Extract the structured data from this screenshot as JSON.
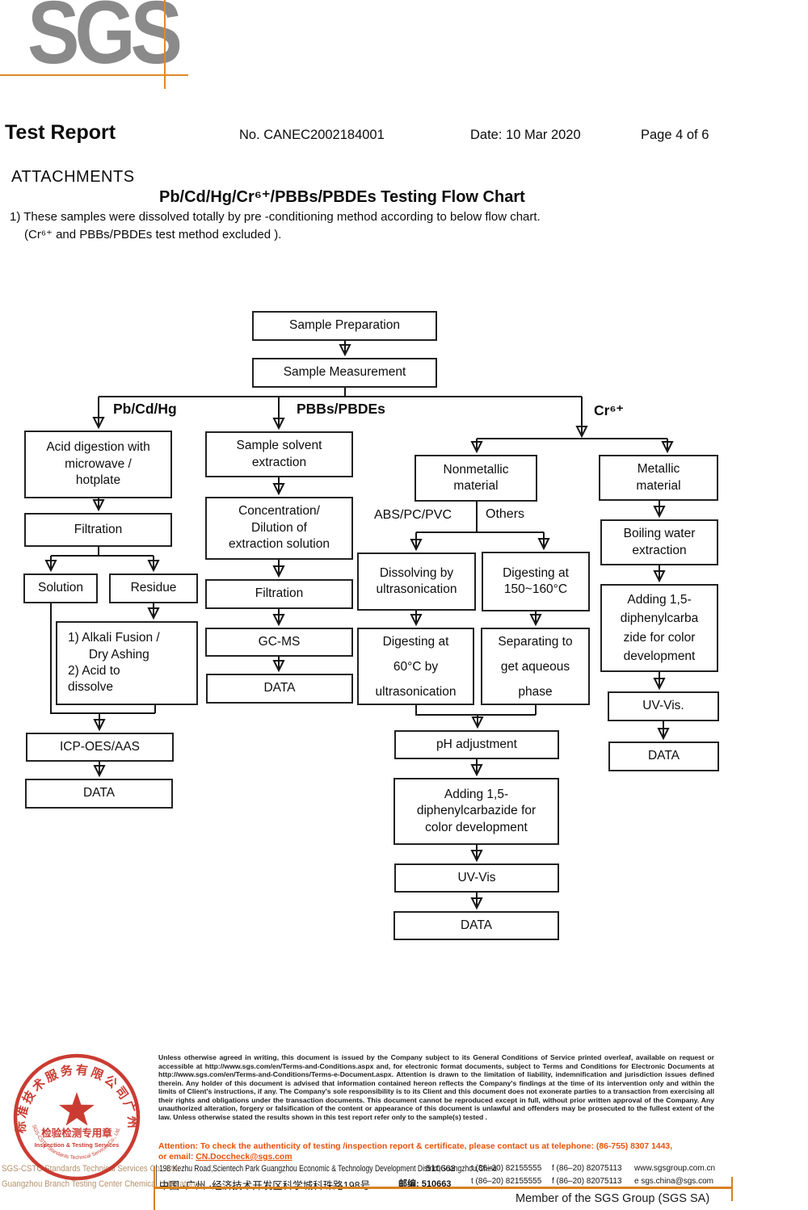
{
  "header": {
    "logo": "SGS",
    "title": "Test Report",
    "report_no": "No. CANEC2002184001",
    "date": "Date: 10 Mar 2020",
    "page": "Page 4 of 6"
  },
  "attachments": {
    "heading": "ATTACHMENTS",
    "chart_title": "Pb/Cd/Hg/Cr⁶⁺/PBBs/PBDEs Testing Flow Chart",
    "note_line1": "1) These samples were dissolved totally by pre -conditioning method according to below flow chart.",
    "note_line2": "(Cr⁶⁺ and PBBs/PBDEs  test method excluded )."
  },
  "flowchart": {
    "branch_labels": {
      "pbcdhg": "Pb/Cd/Hg",
      "pbbspbdes": "PBBs/PBDEs",
      "cr6": "Cr⁶⁺",
      "abspcpvc": "ABS/PC/PVC",
      "others": "Others"
    },
    "nodes": {
      "sample_prep": {
        "label": "Sample Preparation"
      },
      "sample_meas": {
        "label": "Sample Measurement"
      },
      "acid": {
        "label": "Acid digestion with\nmicrowave /\nhotplate"
      },
      "solvent": {
        "label": "Sample solvent\nextraction"
      },
      "filtration_left": {
        "label": "Filtration"
      },
      "conc": {
        "label": "Concentration/\nDilution of\nextraction solution"
      },
      "solution": {
        "label": "Solution"
      },
      "residue": {
        "label": "Residue"
      },
      "alkali": {
        "label": "1) Alkali Fusion /\n      Dry Ashing\n2) Acid to\ndissolve"
      },
      "filtration_mid": {
        "label": "Filtration"
      },
      "gcms": {
        "label": "GC-MS"
      },
      "data_mid": {
        "label": "DATA"
      },
      "icp": {
        "label": "ICP-OES/AAS"
      },
      "data_left": {
        "label": "DATA"
      },
      "nonmetallic": {
        "label": "Nonmetallic\nmaterial"
      },
      "metallic": {
        "label": "Metallic\nmaterial"
      },
      "dissolving": {
        "label": "Dissolving by\nultrasonication"
      },
      "digesting150": {
        "label": "Digesting at\n150~160°C"
      },
      "boiling": {
        "label": "Boiling water\nextraction"
      },
      "digesting60": {
        "label": "Digesting at\n60°C by\nultrasonication"
      },
      "separating": {
        "label": "Separating to\nget aqueous\nphase"
      },
      "adding_right": {
        "label": "Adding 1,5-\ndiphenylcarba\nzide for color\ndevelopment"
      },
      "uvvis_right": {
        "label": "UV-Vis."
      },
      "data_right": {
        "label": "DATA"
      },
      "ph": {
        "label": "pH adjustment"
      },
      "adding_center": {
        "label": "Adding 1,5-\ndiphenylcarbazide for\ncolor development"
      },
      "uvvis_center": {
        "label": "UV-Vis"
      },
      "data_center": {
        "label": "DATA"
      }
    }
  },
  "stamp": {
    "arc_cn": "标准技术服务有限公司广州分公司",
    "center_cn": "检验检测专用章",
    "center_en": "Inspection & Testing Services",
    "arc_en": "SGS-CSTC Standards Technical Services Co., Ltd. Guangzhou Branch",
    "red": "#c5281c"
  },
  "footer": {
    "company_line1": "SGS-CSTC Standards Technical Services Co., Ltd.",
    "company_line2": "Guangzhou Branch Testing Center Chemical Laboratory.",
    "legal": "Unless otherwise agreed in writing, this document is issued by the Company subject to its General Conditions of Service printed overleaf, available on request or accessible at http://www.sgs.com/en/Terms-and-Conditions.aspx and, for electronic format documents, subject to Terms and Conditions for Electronic Documents at http://www.sgs.com/en/Terms-and-Conditions/Terms-e-Document.aspx. Attention is drawn to the limitation of liability, indemnification and jurisdiction issues defined therein. Any holder of this document is advised that information contained hereon reflects the Company's findings at the time of its intervention only and within the limits of Client's instructions, if any. The Company's sole responsibility is to its Client and this document does not exonerate parties to a transaction from exercising all their rights and obligations under the transaction documents. This document cannot be reproduced except in full, without prior written approval of the Company. Any unauthorized alteration, forgery or falsification of the content or appearance of this document is unlawful and offenders may be prosecuted to the fullest extent of the law. Unless otherwise stated the results shown in this test report refer only to the sample(s) tested .",
    "attention_line1": "Attention: To check the authenticity of testing /inspection report & certificate, please contact us at telephone: (86-755) 8307 1443,",
    "attention_line2_prefix": "or email: ",
    "attention_email": "CN.Doccheck@sgs.com",
    "address_en": {
      "street": "198 Kezhu Road,Scientech Park Guangzhou Economic & Technology Development District,Guangzhou,China",
      "postal": "510663",
      "tel": "t  (86–20) 82155555",
      "fax": "f  (86–20) 82075113",
      "web": "www.sgsgroup.com.cn"
    },
    "address_cn": {
      "street": "中国 ·广州 ·经济技术开发区科学城科珠路198号",
      "postal": "邮编: 510663",
      "tel": "t  (86–20) 82155555",
      "fax": "f  (86–20) 82075113",
      "email": "e  sgs.china@sgs.com"
    },
    "member": "Member of the SGS Group (SGS SA)"
  }
}
